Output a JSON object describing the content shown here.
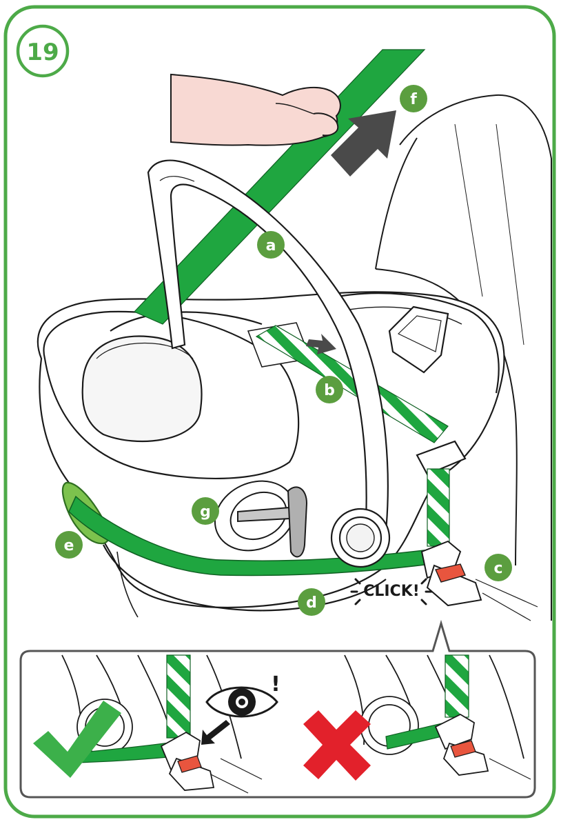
{
  "step": {
    "number": "19"
  },
  "labels": {
    "a": "a",
    "b": "b",
    "c": "c",
    "d": "d",
    "e": "e",
    "f": "f",
    "g": "g"
  },
  "sound": "CLICK!",
  "inset": {
    "alert": "!"
  },
  "colors": {
    "frame": "#4daa48",
    "label_badge": "#5b9e3f",
    "belt": "#1fa640",
    "belt_stripe": "#ffffff",
    "arrow": "#4a4a4a",
    "hand": "#f8d9d3",
    "check": "#3cb04a",
    "cross": "#e2212b",
    "buckle_release": "#e8553e",
    "seat_shell": "#ffffff",
    "outline": "#1a1a1a"
  },
  "icons": [
    "check-icon",
    "cross-icon",
    "eye-icon",
    "arrow-icon",
    "hand-icon"
  ]
}
